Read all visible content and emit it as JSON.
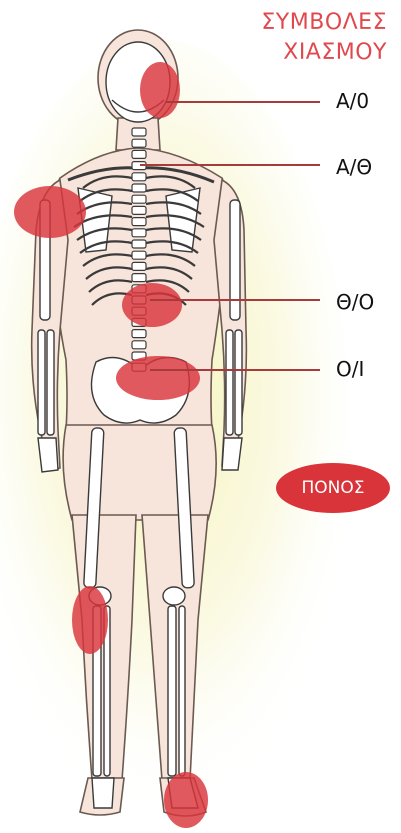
{
  "title": {
    "line1": "ΣΥΜΒΟΛΕΣ",
    "line2": "ΧΙΑΣΜΟΥ"
  },
  "callouts": [
    {
      "id": "a0",
      "label": "Α/0"
    },
    {
      "id": "ath",
      "label": "Α/Θ"
    },
    {
      "id": "tho",
      "label": "Θ/Ο"
    },
    {
      "id": "oi",
      "label": "Ο/Ι"
    }
  ],
  "legend": {
    "label": "ΠΟΝΟΣ"
  },
  "colors": {
    "pain": "#d9343a",
    "title": "#e0484d",
    "leader_line": "#a73a3a",
    "body_fill": "#f7e4da",
    "glow": "#f2ef9c",
    "bone": "#ffffff",
    "bone_outline": "#3a3a3a"
  }
}
